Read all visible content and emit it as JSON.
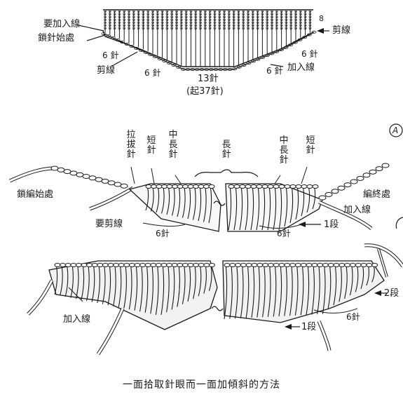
{
  "top_diagram": {
    "row_count": "8",
    "labels": {
      "join_yarn_left": "要加入線",
      "chain_start": "鎖針始處",
      "cut_yarn_right": "剪線",
      "cut_yarn_left": "剪線",
      "sts_left_upper": "6 針",
      "sts_left_lower": "6 針",
      "sts_right_upper": "6 針",
      "sts_right_lower": "6 針",
      "join_yarn_right": "加入線",
      "center_sts": "13針",
      "foundation": "(起37針)"
    }
  },
  "middle_diagram": {
    "circle_mark": "A",
    "labels": {
      "slip_stitch": "拉拔針",
      "single_crochet_left": "短針",
      "half_double_left": "中長針",
      "double_crochet": "長針",
      "half_double_right": "中長針",
      "single_crochet_right": "短針",
      "chain_start": "鎖編始處",
      "cut_yarn": "要剪線",
      "sts_left": "6針",
      "sts_right": "6針",
      "row_one": "1段",
      "finish": "編終處",
      "join_yarn": "加入線"
    }
  },
  "bottom_diagram": {
    "labels": {
      "join_yarn": "加入線",
      "row_two": "2段",
      "sts": "6針",
      "row_one": "1段"
    }
  },
  "caption": "一面拾取針眼而一面加傾斜的方法"
}
